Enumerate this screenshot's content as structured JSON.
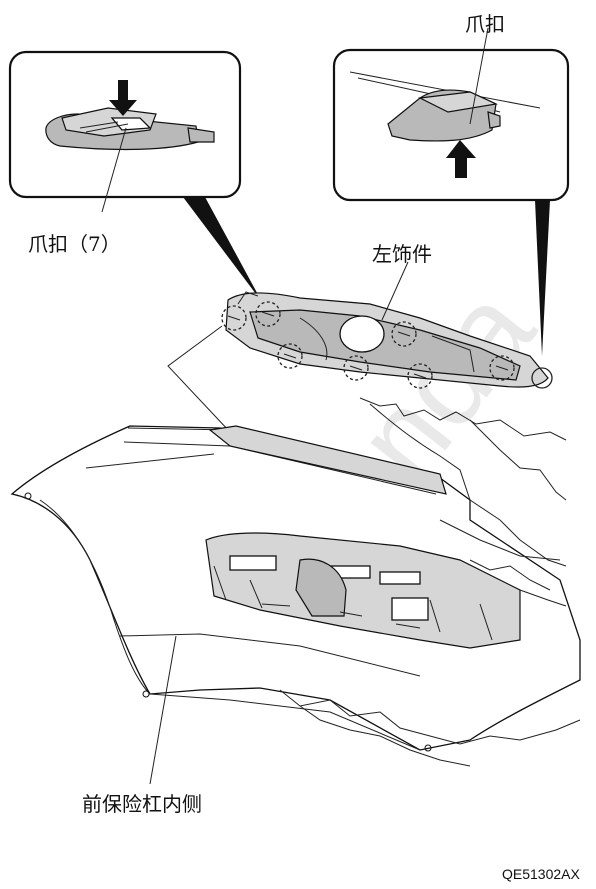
{
  "labels": {
    "clip_top_right": "爪扣",
    "clip_left": "爪扣（7）",
    "left_trim": "左饰件",
    "bumper_inner": "前保险杠内侧"
  },
  "figure_code": "QE51302AX",
  "watermark": "Honda"
}
